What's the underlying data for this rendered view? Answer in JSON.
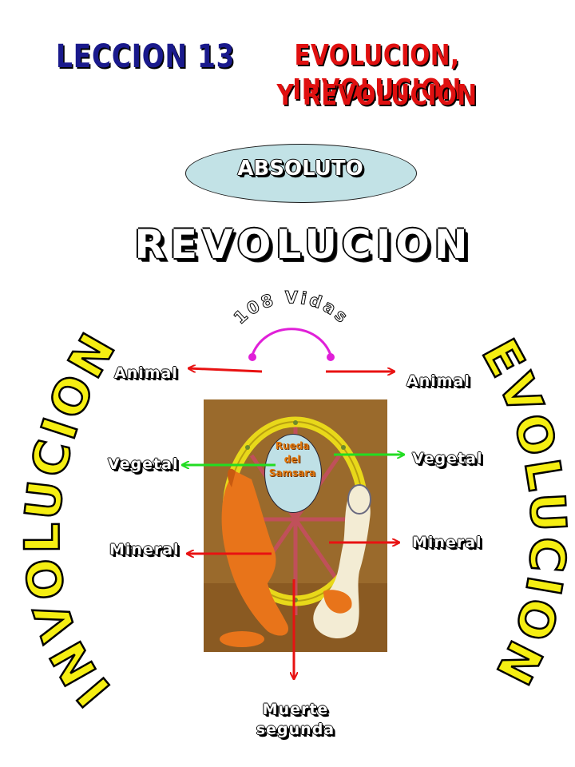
{
  "header": {
    "lesson": "LECCION 13",
    "title_line1": "EVOLUCION, INVOLUCION",
    "title_line2": "Y REVOLUCION"
  },
  "absolute_label": "ABSOLUTO",
  "revolution_label": "REVOLUCION",
  "lives_label": "108 Vidas",
  "involution_word": "INVOLUCION",
  "evolution_word": "EVOLUCION",
  "left_levels": [
    "Animal",
    "Vegetal",
    "Mineral"
  ],
  "right_levels": [
    "Animal",
    "Vegetal",
    "Mineral"
  ],
  "center": {
    "line1": "Rueda",
    "line2": "del",
    "line3": "Samsara"
  },
  "bottom_label": {
    "line1": "Muerte",
    "line2": "segunda"
  },
  "colors": {
    "title_blue": "#1a1a8c",
    "title_red": "#e01010",
    "arrow_red": "#e81212",
    "arrow_green": "#22dd22",
    "arc_magenta": "#e020d8",
    "yellow": "#f5ee12",
    "ellipse_fill": "#c2e2e6"
  }
}
